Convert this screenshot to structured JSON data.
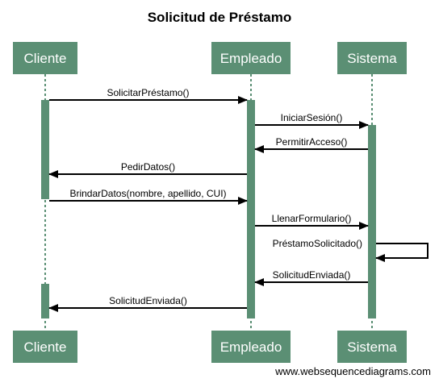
{
  "title": "Solicitud de Préstamo",
  "credit": "www.websequencediagrams.com",
  "colors": {
    "actor_fill": "#5b8f74",
    "actor_text": "#ffffff",
    "line": "#000000"
  },
  "actors": [
    {
      "id": "cliente",
      "label": "Cliente"
    },
    {
      "id": "empleado",
      "label": "Empleado"
    },
    {
      "id": "sistema",
      "label": "Sistema"
    }
  ],
  "messages": [
    {
      "from": "cliente",
      "to": "empleado",
      "label": "SolicitarPréstamo()"
    },
    {
      "from": "empleado",
      "to": "sistema",
      "label": "IniciarSesión()"
    },
    {
      "from": "sistema",
      "to": "empleado",
      "label": "PermitirAcceso()"
    },
    {
      "from": "empleado",
      "to": "cliente",
      "label": "PedirDatos()"
    },
    {
      "from": "cliente",
      "to": "empleado",
      "label": "BrindarDatos(nombre, apellido, CUI)"
    },
    {
      "from": "empleado",
      "to": "sistema",
      "label": "LlenarFormulario()"
    },
    {
      "from": "sistema",
      "to": "sistema",
      "label": "PréstamoSolicitado()"
    },
    {
      "from": "sistema",
      "to": "empleado",
      "label": "SolicitudEnviada()"
    },
    {
      "from": "empleado",
      "to": "cliente",
      "label": "SolicitudEnviada()"
    }
  ]
}
